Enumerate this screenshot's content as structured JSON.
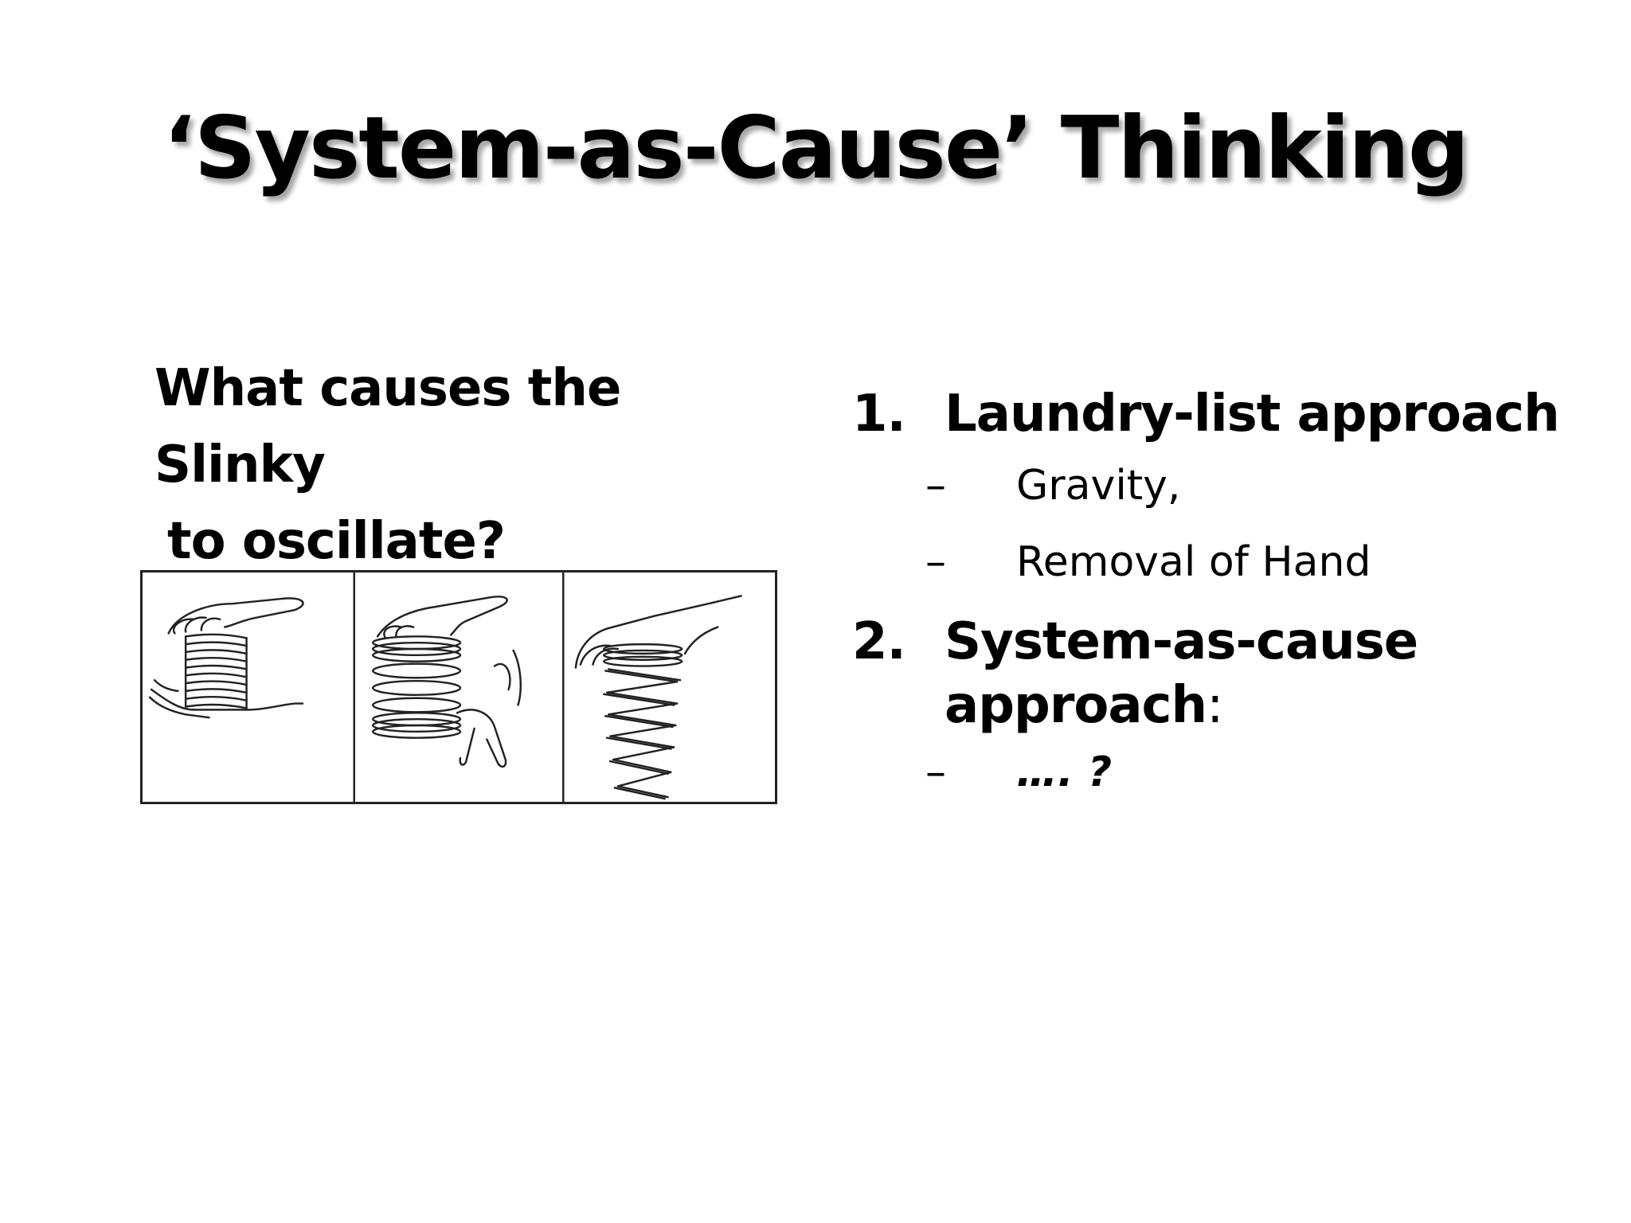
{
  "slide": {
    "title": "‘System-as-Cause’ Thinking",
    "question": {
      "line1": "What causes the Slinky",
      "line2": "to oscillate?"
    },
    "figure": {
      "panels": [
        "slinky-compressed-in-hands",
        "slinky-released-falling",
        "slinky-oscillating-held-from-top"
      ]
    },
    "list": [
      {
        "number": "1.",
        "text": "Laundry-list approach",
        "suffix": "",
        "subitems": [
          {
            "dash": "–",
            "text": "Gravity,"
          },
          {
            "dash": "–",
            "text": "Removal of Hand"
          }
        ]
      },
      {
        "number": "2.",
        "text": "System-as-cause approach",
        "suffix": ":",
        "subitems": [
          {
            "dash": "–",
            "text": "…. ?"
          }
        ]
      }
    ]
  }
}
